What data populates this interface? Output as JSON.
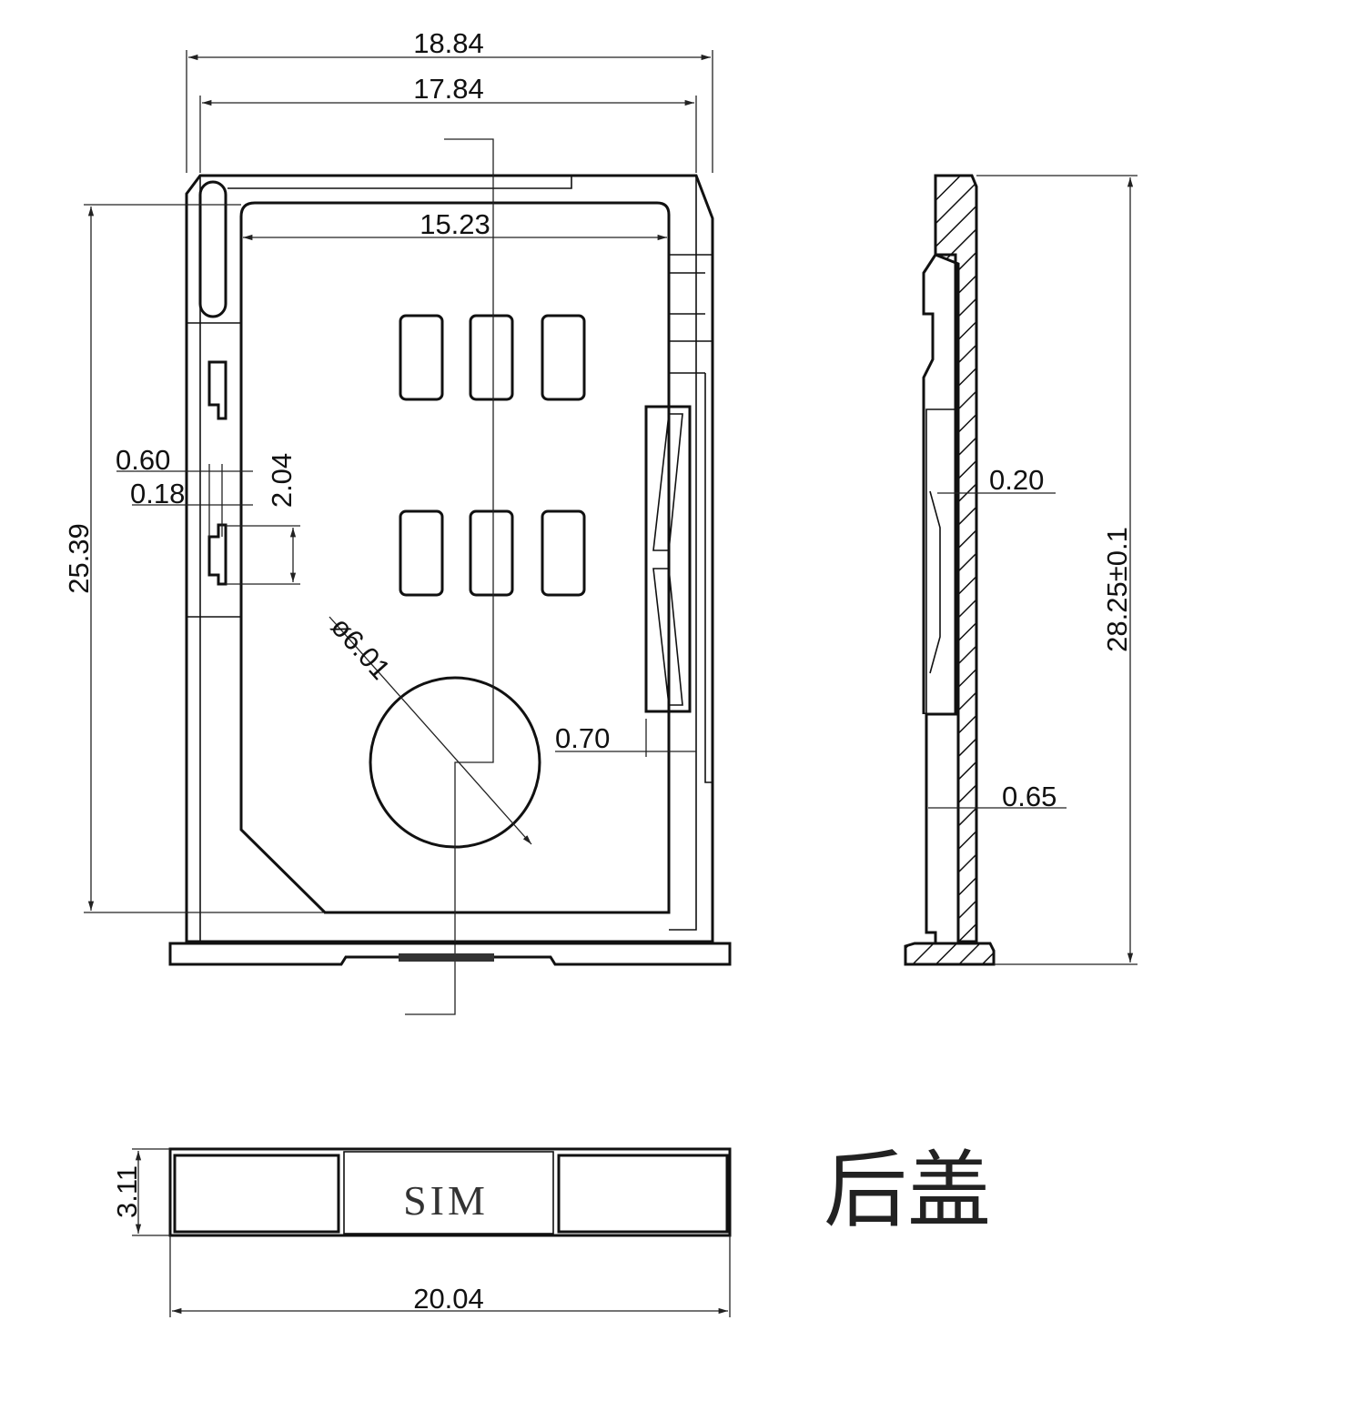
{
  "title_label": "后盖",
  "sim_label": "SIM",
  "dimensions": {
    "overall_width": "18.84",
    "inner_width": "17.84",
    "card_width": "15.23",
    "overall_height": "25.39",
    "notch_offset": "0.60",
    "notch_depth": "0.18",
    "notch_length": "2.04",
    "hole_diameter": "ø6.01",
    "rail_width": "0.70",
    "side_thickness": "0.20",
    "side_total_height": "28.25±0.1",
    "side_wall": "0.65",
    "end_height": "3.11",
    "end_width": "20.04"
  }
}
